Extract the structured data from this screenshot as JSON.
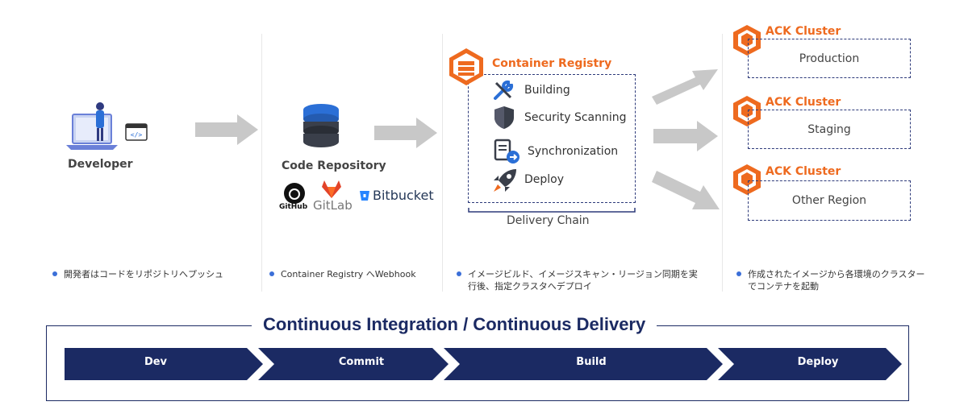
{
  "developer": {
    "label": "Developer",
    "code_tag": "</>"
  },
  "code_repo": {
    "label": "Code Repository",
    "providers": [
      {
        "name": "GitHub",
        "icon": "github-icon"
      },
      {
        "name": "GitLab",
        "icon": "gitlab-icon"
      },
      {
        "name": "Bitbucket",
        "icon": "bitbucket-icon"
      }
    ]
  },
  "registry": {
    "title": "Container Registry",
    "steps": [
      {
        "label": "Building",
        "icon": "wrench-icon"
      },
      {
        "label": "Security Scanning",
        "icon": "shield-icon"
      },
      {
        "label": "Synchronization",
        "icon": "sync-doc-icon"
      },
      {
        "label": "Deploy",
        "icon": "rocket-icon"
      }
    ],
    "chain_label": "Delivery Chain"
  },
  "clusters": [
    {
      "title": "ACK Cluster",
      "env": "Production"
    },
    {
      "title": "ACK Cluster",
      "env": "Staging"
    },
    {
      "title": "ACK Cluster",
      "env": "Other Region"
    }
  ],
  "notes": [
    "開発者はコードをリポジトリへプッシュ",
    "Container Registry へWebhook",
    "イメージビルド、イメージスキャン・リージョン同期を実行後、指定クラスタへデプロイ",
    "作成されたイメージから各環境のクラスターでコンテナを起動"
  ],
  "pipeline": {
    "title": "Continuous Integration / Continuous Delivery",
    "stages": [
      "Dev",
      "Commit",
      "Build",
      "Deploy"
    ]
  },
  "colors": {
    "accent_orange": "#ee6a1f",
    "navy": "#1b2a63",
    "arrow_gray": "#c8c8c8",
    "bullet_blue": "#3b6fd8"
  }
}
